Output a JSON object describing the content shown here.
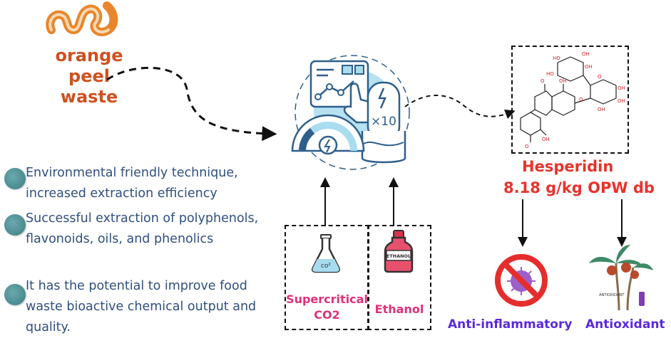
{
  "source": {
    "label": "orange peel waste"
  },
  "bullets": [
    {
      "text": "Environmental friendly technique, increased extraction efficiency"
    },
    {
      "text": "Successful extraction of polyphenols, flavonoids, oils, and phenolics"
    },
    {
      "text": "It has the potential to improve food waste bioactive chemical output and quality."
    }
  ],
  "extraction": {
    "ultrasound_multiplier": "×10"
  },
  "solvents": [
    {
      "label": "Supercritical CO2",
      "flask_text": "co²"
    },
    {
      "label": "Ethanol",
      "bottle_text": "ETHANOL"
    }
  ],
  "product": {
    "name": "Hesperidin",
    "yield": "8.18 g/kg OPW db"
  },
  "effects": [
    {
      "label": "Anti-inflammatory"
    },
    {
      "label": "Antioxidant",
      "icon_text": "ANTIOXIDANT"
    }
  ],
  "colors": {
    "source": "#d0501f",
    "bullet_text": "#2f4f7f",
    "product": "#e8332b",
    "effects": "#5a2ad8",
    "solvents": "#e0307a",
    "device_stroke": "#2e5f8a",
    "device_fill": "#a8dcef"
  }
}
